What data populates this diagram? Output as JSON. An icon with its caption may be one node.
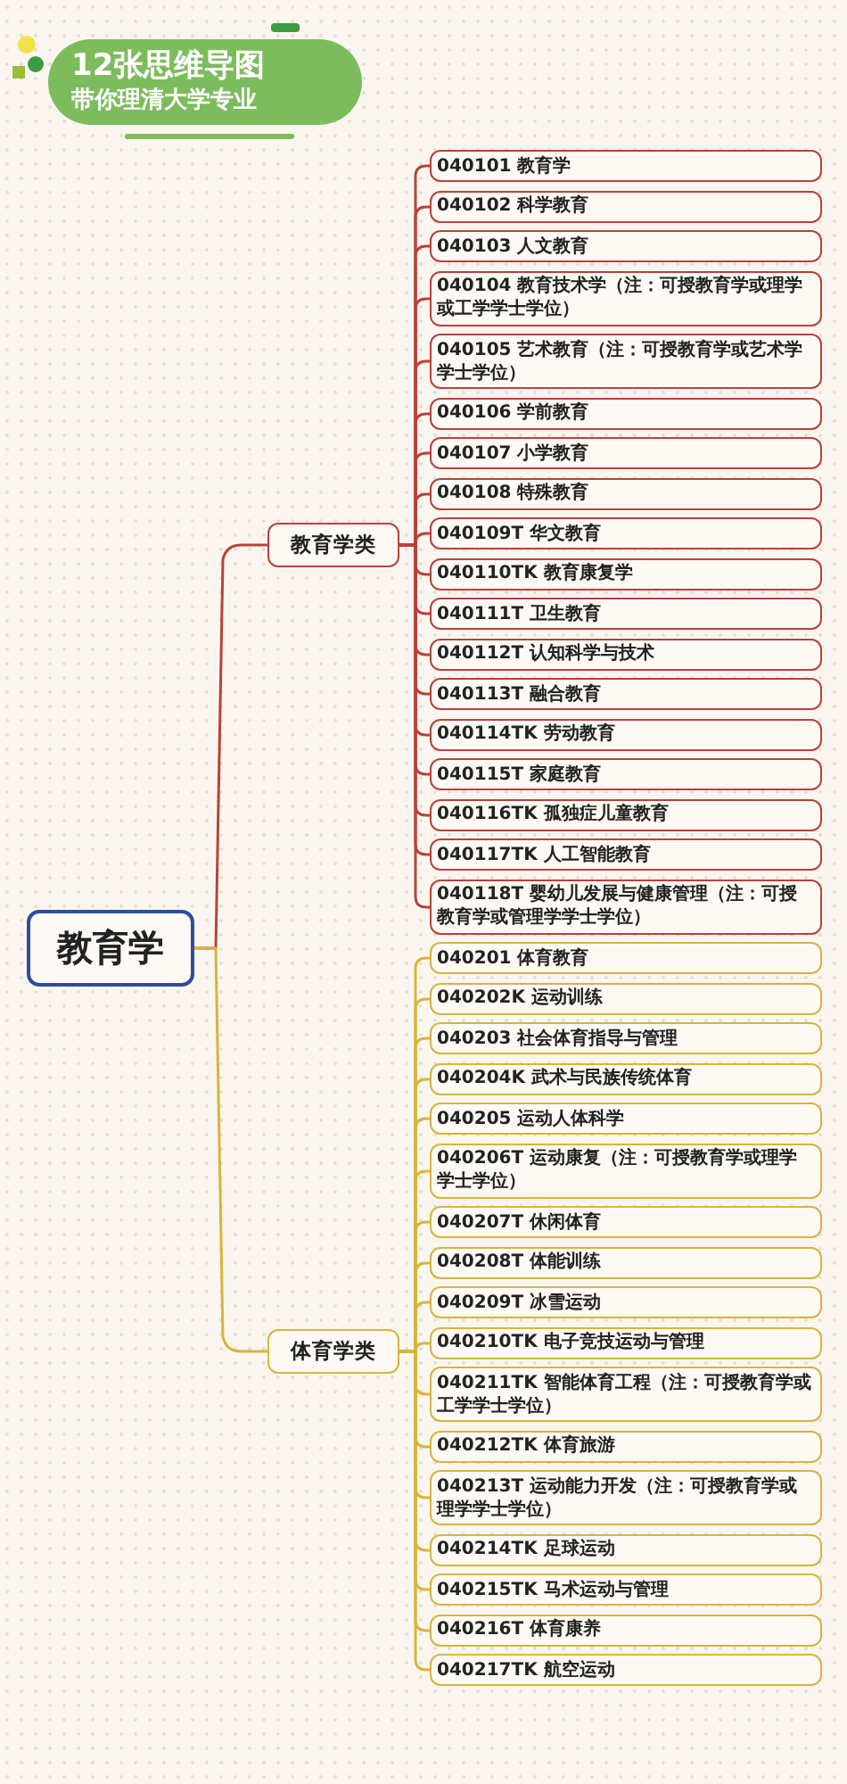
{
  "diagram": {
    "title": "12张思维导图",
    "labels": [
      "带你理清大学专业"
    ],
    "nodes": [
      {
        "text": [
          "教育学"
        ]
      },
      {
        "text": [
          "教育学类"
        ]
      },
      {
        "text": [
          "040101 教育学"
        ]
      },
      {
        "text": [
          "040102 科学教育"
        ]
      },
      {
        "text": [
          "040103 人文教育"
        ]
      },
      {
        "text": [
          "040104 教育技术学（注：可授教育学或理学或工学学士学位）"
        ]
      },
      {
        "text": [
          "040105 艺术教育（注：可授教育学或艺术学学士学位）"
        ]
      },
      {
        "text": [
          "040106 学前教育"
        ]
      },
      {
        "text": [
          "040107 小学教育"
        ]
      },
      {
        "text": [
          "040108 特殊教育"
        ]
      },
      {
        "text": [
          "040109T 华文教育"
        ]
      },
      {
        "text": [
          "040110TK 教育康复学"
        ]
      },
      {
        "text": [
          "040111T 卫生教育"
        ]
      },
      {
        "text": [
          "040112T 认知科学与技术"
        ]
      },
      {
        "text": [
          "040113T 融合教育"
        ]
      },
      {
        "text": [
          "040114TK 劳动教育"
        ]
      },
      {
        "text": [
          "040115T 家庭教育"
        ]
      },
      {
        "text": [
          "040116TK 孤独症儿童教育"
        ]
      },
      {
        "text": [
          "040117TK 人工智能教育"
        ]
      },
      {
        "text": [
          "040118T 婴幼儿发展与健康管理（注：可授教育学或管理学学士学位）"
        ]
      },
      {
        "text": [
          "体育学类"
        ]
      },
      {
        "text": [
          "040201 体育教育"
        ]
      },
      {
        "text": [
          "040202K 运动训练"
        ]
      },
      {
        "text": [
          "040203 社会体育指导与管理"
        ]
      },
      {
        "text": [
          "040204K 武术与民族传统体育"
        ]
      },
      {
        "text": [
          "040205 运动人体科学"
        ]
      },
      {
        "text": [
          "040206T 运动康复（注：可授教育学或理学学士学位）"
        ]
      },
      {
        "text": [
          "040207T 休闲体育"
        ]
      },
      {
        "text": [
          "040208T 体能训练"
        ]
      },
      {
        "text": [
          "040209T 冰雪运动"
        ]
      },
      {
        "text": [
          "040210TK 电子竞技运动与管理"
        ]
      },
      {
        "text": [
          "040211TK 智能体育工程（注：可授教育学或工学学士学位）"
        ]
      },
      {
        "text": [
          "040212TK 体育旅游"
        ]
      },
      {
        "text": [
          "040213T 运动能力开发（注：可授教育学或理学学士学位）"
        ]
      },
      {
        "text": [
          "040214TK 足球运动"
        ]
      },
      {
        "text": [
          "040215TK 马术运动与管理"
        ]
      },
      {
        "text": [
          "040216T 体育康养"
        ]
      },
      {
        "text": [
          "040217TK 航空运动"
        ]
      }
    ],
    "edges": [
      {
        "from": 0,
        "to": 1,
        "arrow": "none"
      },
      {
        "from": 1,
        "to": 2,
        "arrow": "none"
      },
      {
        "from": 1,
        "to": 3,
        "arrow": "none"
      },
      {
        "from": 1,
        "to": 4,
        "arrow": "none"
      },
      {
        "from": 1,
        "to": 5,
        "arrow": "none"
      },
      {
        "from": 1,
        "to": 6,
        "arrow": "none"
      },
      {
        "from": 1,
        "to": 7,
        "arrow": "none"
      },
      {
        "from": 1,
        "to": 8,
        "arrow": "none"
      },
      {
        "from": 1,
        "to": 9,
        "arrow": "none"
      },
      {
        "from": 1,
        "to": 10,
        "arrow": "none"
      },
      {
        "from": 1,
        "to": 11,
        "arrow": "none"
      },
      {
        "from": 1,
        "to": 12,
        "arrow": "none"
      },
      {
        "from": 1,
        "to": 13,
        "arrow": "none"
      },
      {
        "from": 1,
        "to": 14,
        "arrow": "none"
      },
      {
        "from": 1,
        "to": 15,
        "arrow": "none"
      },
      {
        "from": 1,
        "to": 16,
        "arrow": "none"
      },
      {
        "from": 1,
        "to": 17,
        "arrow": "none"
      },
      {
        "from": 1,
        "to": 18,
        "arrow": "none"
      },
      {
        "from": 1,
        "to": 19,
        "arrow": "none"
      },
      {
        "from": 0,
        "to": 20,
        "arrow": "none",
        "color": "#d8b43c"
      },
      {
        "from": 20,
        "to": 21,
        "arrow": "none",
        "color": "#d8b43c"
      },
      {
        "from": 20,
        "to": 22,
        "arrow": "none",
        "color": "#d8b43c"
      },
      {
        "from": 20,
        "to": 23,
        "arrow": "none",
        "color": "#d8b43c"
      },
      {
        "from": 20,
        "to": 24,
        "arrow": "none",
        "color": "#d8b43c"
      },
      {
        "from": 20,
        "to": 25,
        "arrow": "none",
        "color": "#d8b43c"
      },
      {
        "from": 20,
        "to": 26,
        "arrow": "none",
        "color": "#d8b43c"
      },
      {
        "from": 20,
        "to": 27,
        "arrow": "none",
        "color": "#d8b43c"
      },
      {
        "from": 20,
        "to": 28,
        "arrow": "none",
        "color": "#d8b43c"
      },
      {
        "from": 20,
        "to": 29,
        "arrow": "none",
        "color": "#d8b43c"
      },
      {
        "from": 20,
        "to": 30,
        "arrow": "none",
        "color": "#d8b43c"
      },
      {
        "from": 20,
        "to": 31,
        "arrow": "none",
        "color": "#d8b43c"
      },
      {
        "from": 20,
        "to": 32,
        "arrow": "none",
        "color": "#d8b43c"
      },
      {
        "from": 20,
        "to": 33,
        "arrow": "none",
        "color": "#d8b43c"
      },
      {
        "from": 20,
        "to": 34,
        "arrow": "none",
        "color": "#d8b43c"
      },
      {
        "from": 20,
        "to": 35,
        "arrow": "none",
        "color": "#d8b43c"
      },
      {
        "from": 20,
        "to": 36,
        "arrow": "none",
        "color": "#d8b43c"
      },
      {
        "from": 20,
        "to": 37,
        "arrow": "none",
        "color": "#d8b43c"
      }
    ]
  }
}
